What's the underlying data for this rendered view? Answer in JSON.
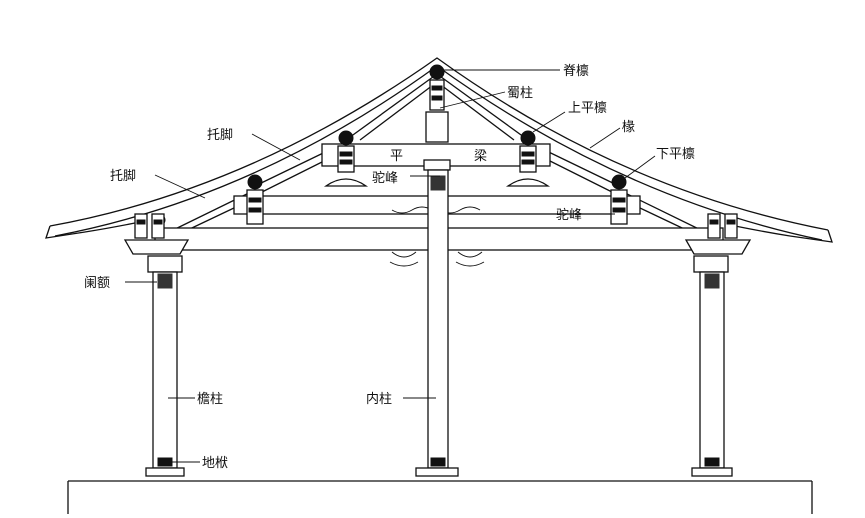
{
  "labels": {
    "ji_heng": "脊檩",
    "du_zhu": "蜀柱",
    "shang_ping_heng": "上平檩",
    "chuan": "椽",
    "xia_ping_heng": "下平檩",
    "tuo_jiao_upper": "托脚",
    "tuo_jiao_lower": "托脚",
    "ping_liang_1": "平",
    "ping_liang_2": "梁",
    "tuo_feng_upper": "驼峰",
    "tuo_feng_lower": "驼峰",
    "lan_e": "阑额",
    "yan_zhu": "檐柱",
    "nei_zhu": "内柱",
    "di_fu": "地栿"
  }
}
